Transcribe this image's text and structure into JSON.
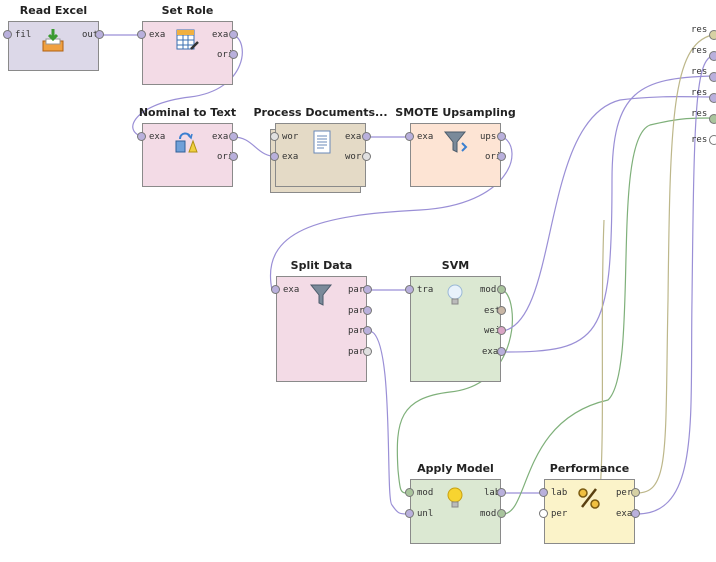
{
  "colors": {
    "example_port": "#b9b0dc",
    "model_port": "#a9c49d",
    "performance_port": "#d6d1a4",
    "weights_port": "#d9a5c5",
    "estimate_port": "#c9b7a6",
    "wire_example": "#9a8fd6",
    "wire_model": "#7fb07a",
    "wire_performance": "#bdb78a",
    "read_excel_bg": "#dcd8e8",
    "pink_bg": "#f3dbe6",
    "tan_bg": "#e4dac6",
    "peach_bg": "#fde4d4",
    "green_bg": "#dbe8d2",
    "yellow_bg": "#fbf3c9"
  },
  "operators": {
    "read_excel": {
      "title": "Read Excel",
      "ports": {
        "fil": "fil",
        "out": "out"
      }
    },
    "set_role": {
      "title": "Set Role",
      "ports": {
        "exa_in": "exa",
        "exa_out": "exa",
        "ori": "ori"
      }
    },
    "nominal_to_text": {
      "title": "Nominal to Text",
      "ports": {
        "exa_in": "exa",
        "exa_out": "exa",
        "ori": "ori"
      }
    },
    "process_documents": {
      "title": "Process Documents...",
      "ports": {
        "wor_in": "wor",
        "exa_in": "exa",
        "exa_out": "exa",
        "wor_out": "wor"
      }
    },
    "smote": {
      "title": "SMOTE Upsampling",
      "ports": {
        "exa_in": "exa",
        "ups": "ups",
        "ori": "ori"
      }
    },
    "split_data": {
      "title": "Split Data",
      "ports": {
        "exa_in": "exa",
        "par1": "par",
        "par2": "par",
        "par3": "par",
        "par4": "par"
      }
    },
    "svm": {
      "title": "SVM",
      "ports": {
        "tra": "tra",
        "mod": "mod",
        "est": "est",
        "wei": "wei",
        "exa": "exa"
      }
    },
    "apply_model": {
      "title": "Apply Model",
      "ports": {
        "mod_in": "mod",
        "unl": "unl",
        "lab": "lab",
        "mod_out": "mod"
      }
    },
    "performance": {
      "title": "Performance",
      "ports": {
        "lab": "lab",
        "per_in": "per",
        "per_out": "per",
        "exa": "exa"
      }
    }
  },
  "results": [
    "res",
    "res",
    "res",
    "res",
    "res",
    "res"
  ]
}
